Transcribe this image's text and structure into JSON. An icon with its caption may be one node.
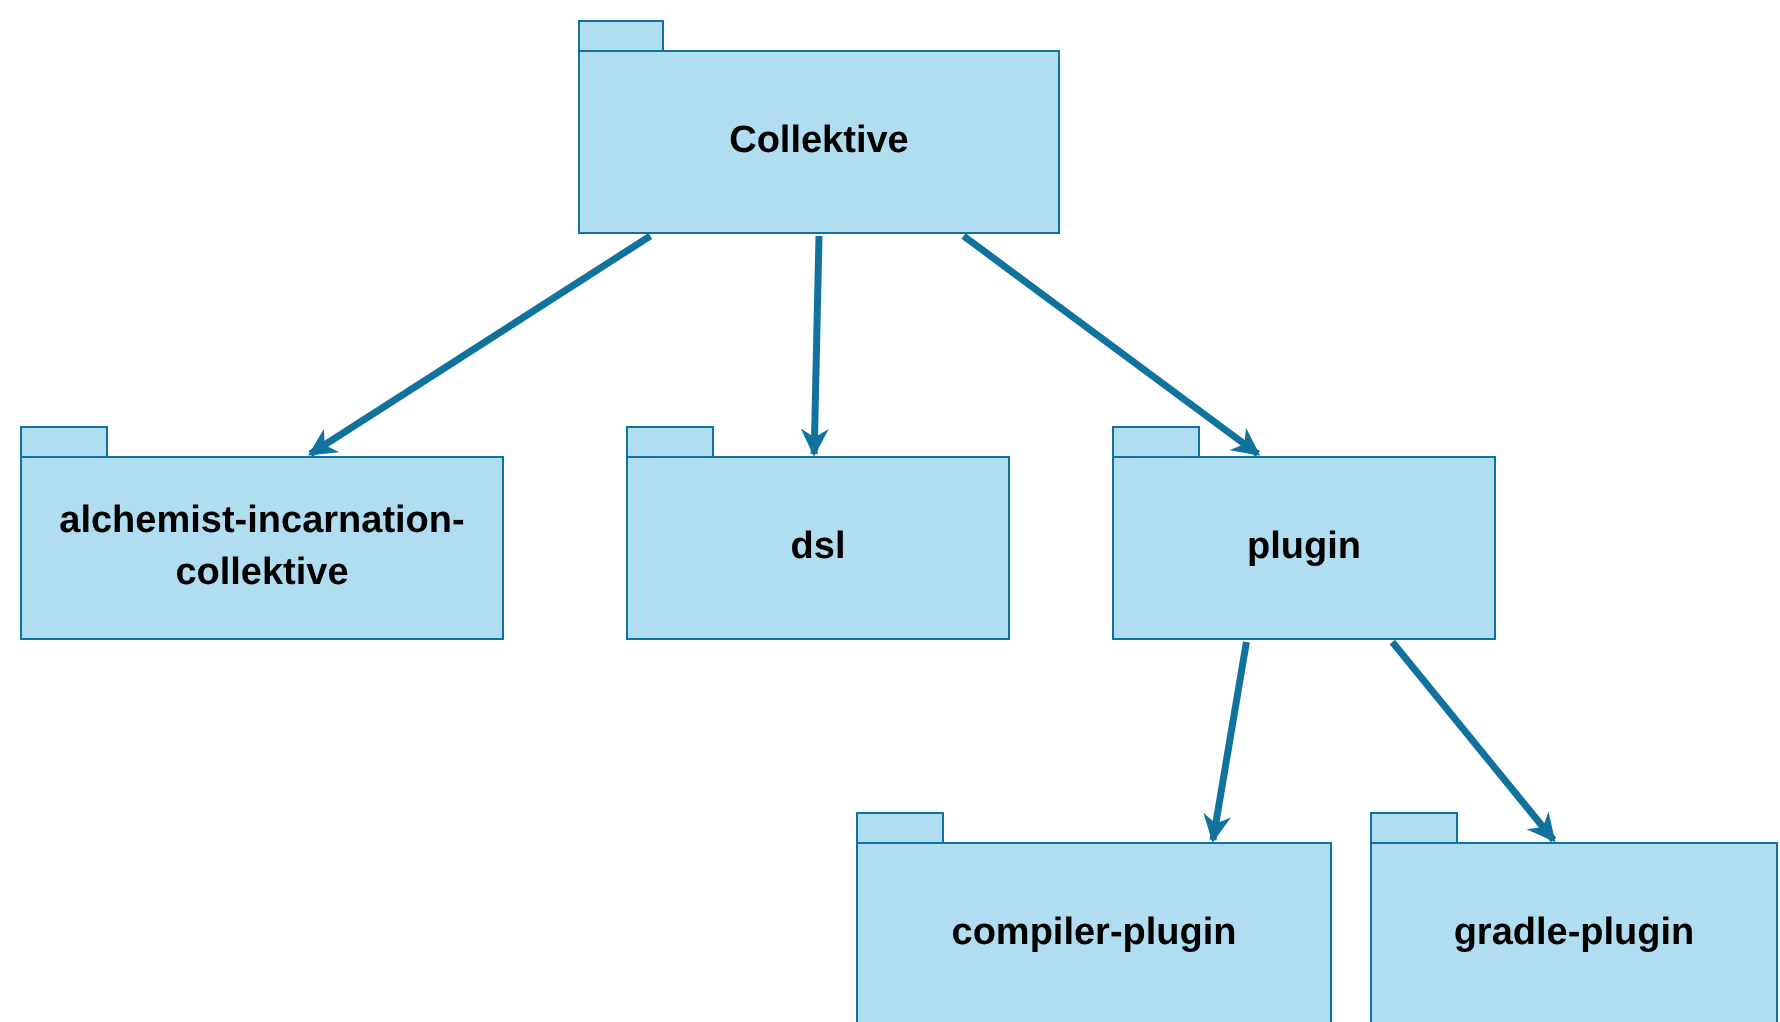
{
  "diagram": {
    "nodes": [
      {
        "text": [
          "Collektive"
        ]
      },
      {
        "text": [
          "alchemist-incarnation-collektive"
        ]
      },
      {
        "text": [
          "dsl"
        ]
      },
      {
        "text": [
          "plugin"
        ]
      },
      {
        "text": [
          "compiler-plugin"
        ]
      },
      {
        "text": [
          "gradle-plugin"
        ]
      }
    ],
    "edges": [
      {
        "from": 0,
        "to": 1,
        "arrow": "to"
      },
      {
        "from": 0,
        "to": 2,
        "arrow": "to"
      },
      {
        "from": 0,
        "to": 3,
        "arrow": "to"
      },
      {
        "from": 3,
        "to": 4,
        "arrow": "to"
      },
      {
        "from": 3,
        "to": 5,
        "arrow": "to"
      }
    ]
  }
}
